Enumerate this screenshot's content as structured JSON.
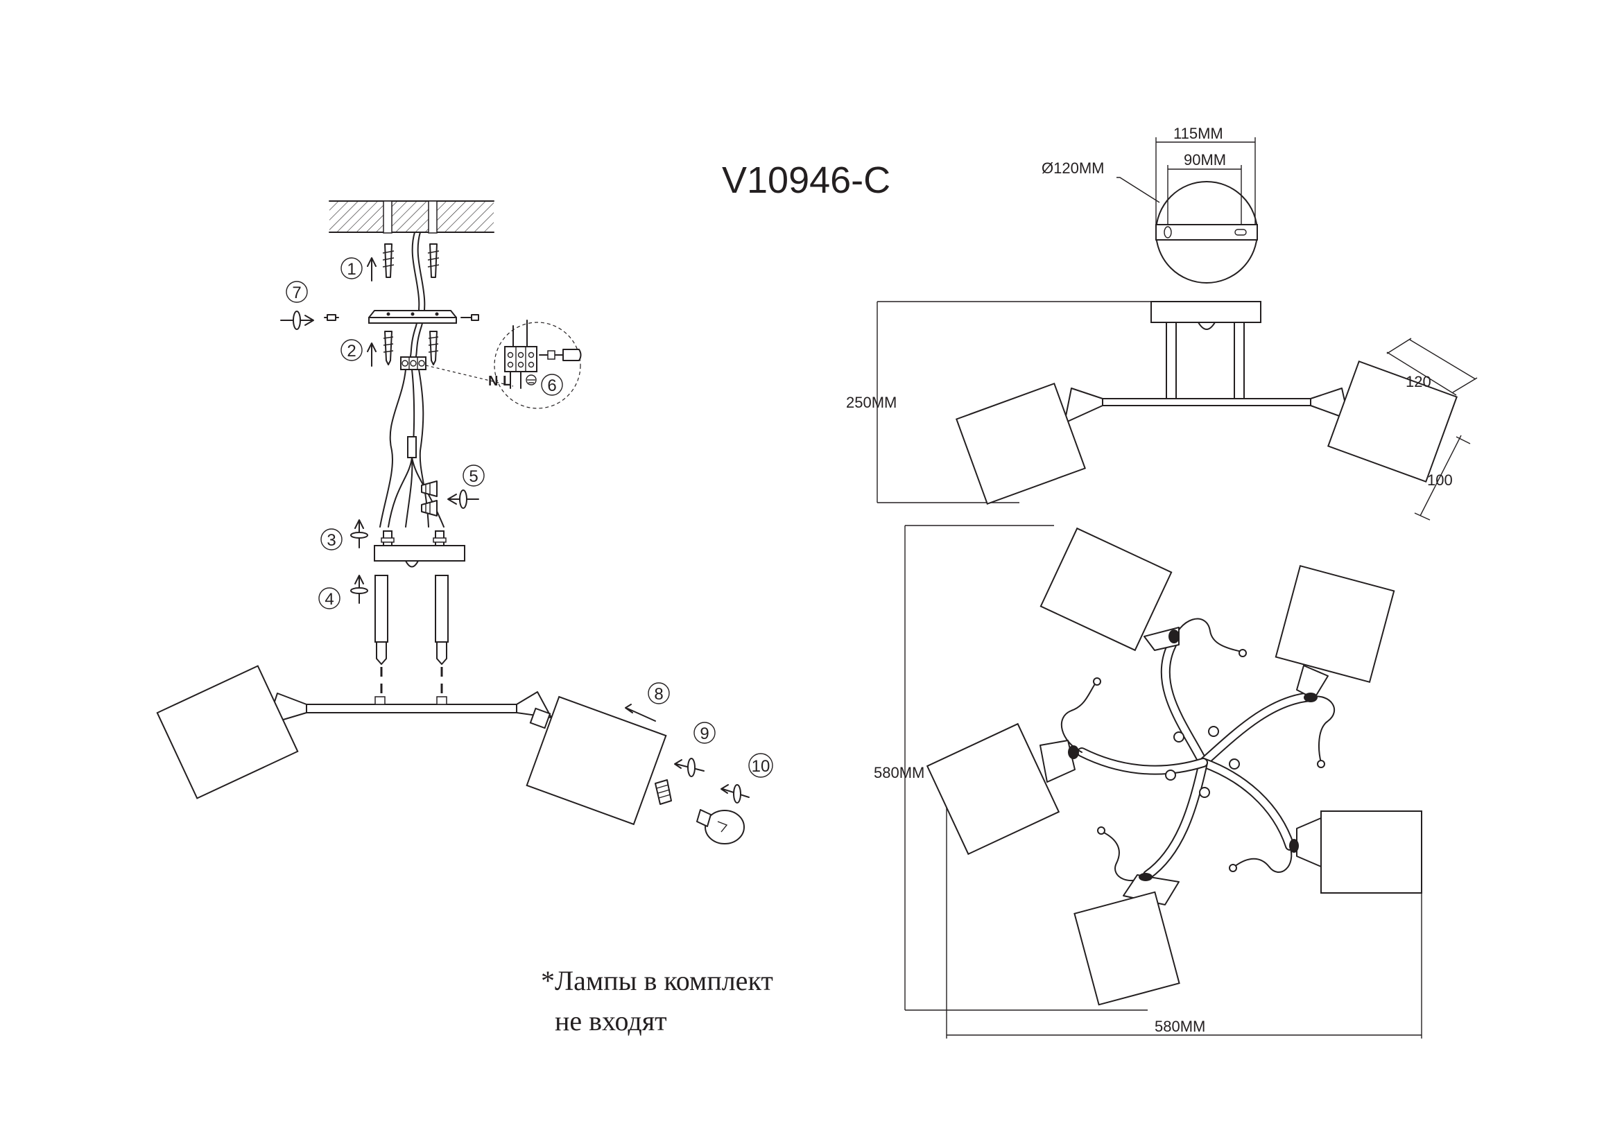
{
  "model": "V10946-C",
  "steps": [
    "1",
    "2",
    "3",
    "4",
    "5",
    "6",
    "7",
    "8",
    "9",
    "10"
  ],
  "wiring": {
    "neutral": "N",
    "live": "L"
  },
  "dimensions": {
    "mount_width": "115MM",
    "hole_spacing": "90MM",
    "canopy_diameter": "Ø120MM",
    "height": "250MM",
    "shade_top": "120",
    "shade_height": "100",
    "width": "580MM",
    "depth": "580MM"
  },
  "note": {
    "line1": "*Лампы в комплект",
    "line2": "не входят"
  }
}
